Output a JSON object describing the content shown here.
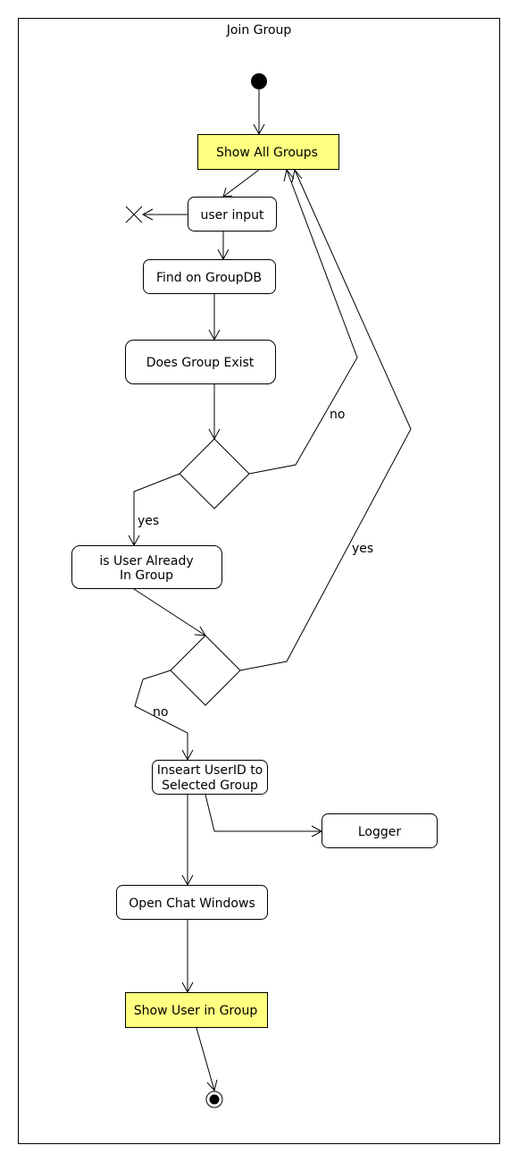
{
  "diagram": {
    "title": "Join Group",
    "nodes": {
      "show_all_groups": "Show All Groups",
      "user_input": "user input",
      "find_on_groupdb": "Find on GroupDB",
      "does_group_exist": "Does Group Exist",
      "is_user_already_line1": "is User Already",
      "is_user_already_line2": "In Group",
      "insert_userid_line1": "Inseart UserID to",
      "insert_userid_line2": "Selected Group",
      "logger": "Logger",
      "open_chat_windows": "Open Chat Windows",
      "show_user_in_group": "Show User in Group"
    },
    "edge_labels": {
      "group_exists_no": "no",
      "group_exists_yes": "yes",
      "already_in_group_yes": "yes",
      "already_in_group_no": "no"
    },
    "colors": {
      "highlight_fill": "#ffff80",
      "stroke": "#000000"
    }
  }
}
